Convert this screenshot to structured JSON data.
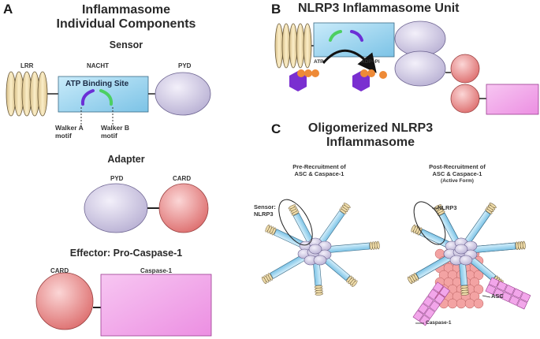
{
  "panels": {
    "a": {
      "letter": "A",
      "title_line1": "Inflammasome",
      "title_line2": "Individual Components",
      "sensor_heading": "Sensor",
      "lrr": "LRR",
      "nacht": "NACHT",
      "pyd": "PYD",
      "atp_site": "ATP Binding Site",
      "walker_a_l1": "Walker A",
      "walker_a_l2": "motif",
      "walker_b_l1": "Walker B",
      "walker_b_l2": "motif",
      "adapter_heading": "Adapter",
      "adapter_pyd": "PYD",
      "adapter_card": "CARD",
      "effector_heading": "Effector: Pro-Caspase-1",
      "effector_card": "CARD",
      "effector_caspase": "Caspase-1"
    },
    "b": {
      "letter": "B",
      "title": "NLRP3 Inflammasome Unit",
      "atp": "ATP",
      "adp": "ADP+Pi"
    },
    "c": {
      "letter": "C",
      "title_line1": "Oligomerized NLRP3",
      "title_line2": "Inflammasome",
      "pre_l1": "Pre-Recruitment of",
      "pre_l2": "ASC & Caspace-1",
      "post_l1": "Post-Recruitment of",
      "post_l2": "ASC & Caspace-1",
      "post_l3": "(Active Form)",
      "sensor_l1": "Sensor:",
      "sensor_l2": "NLRP3",
      "nlrp3": "NLRP3",
      "asc": "ASC",
      "caspase": "Caspase-1"
    }
  },
  "colors": {
    "lrr_fill": "#efdcaa",
    "nacht_fill": "#a9d8ef",
    "pyd_fill": "#d6d0e6",
    "card_fill": "#e98c8c",
    "caspase_fill": "#f2a6ea",
    "walker_a": "#6b2fd6",
    "walker_b": "#4ccf62",
    "atp_orange": "#ee8a37",
    "hexagon_purple": "#7a2fd0",
    "asc_pink": "#f3a3a3"
  }
}
